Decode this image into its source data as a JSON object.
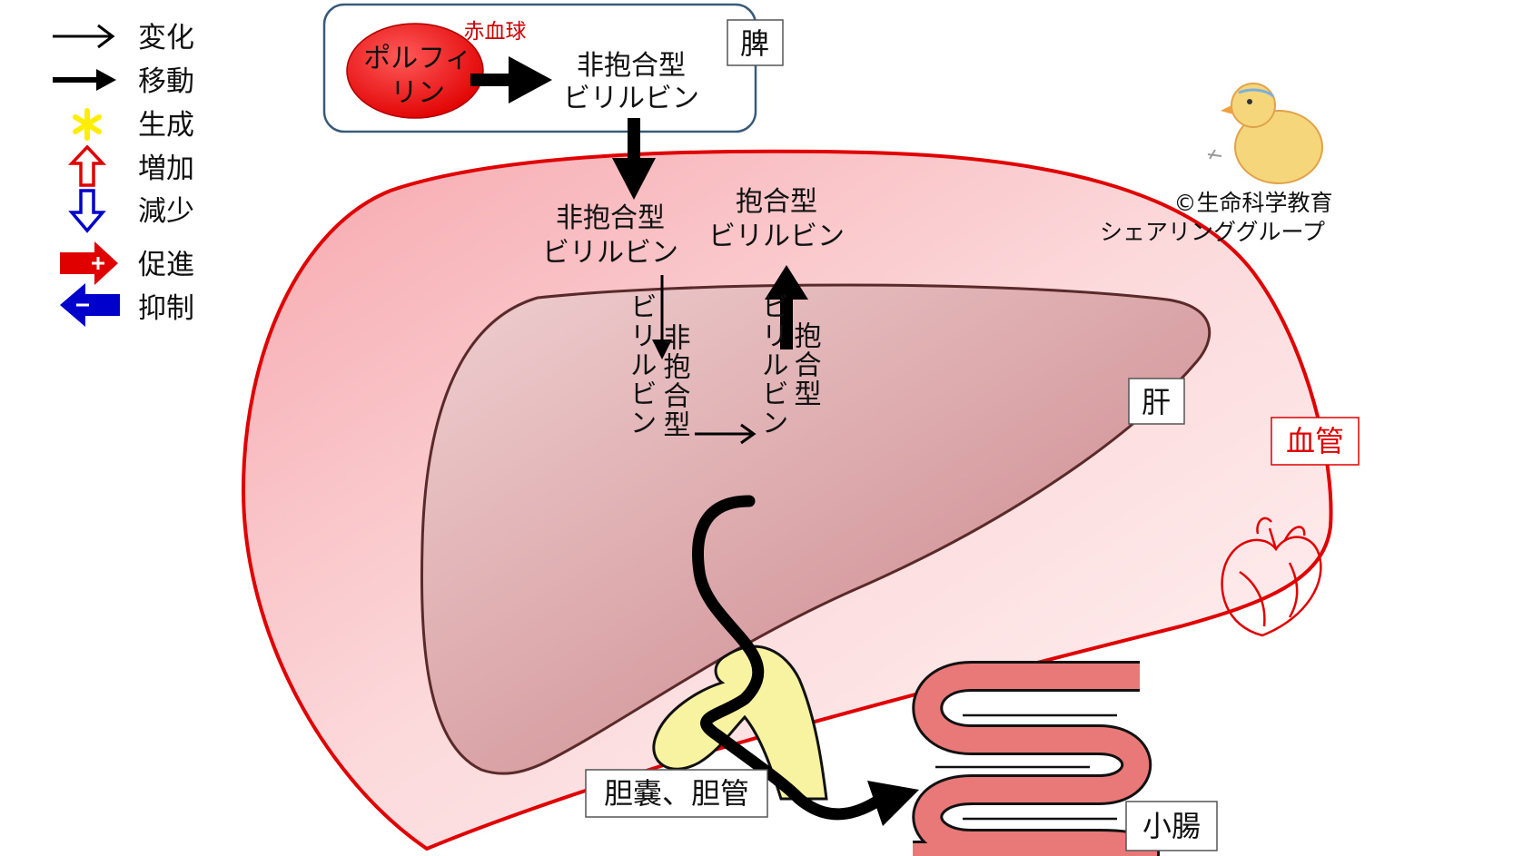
{
  "legend": {
    "change": "変化",
    "move": "移動",
    "generate": "生成",
    "increase": "増加",
    "decrease": "減少",
    "promote": "促進",
    "suppress": "抑制"
  },
  "spleen": {
    "label": "脾",
    "rbc_label": "赤血球",
    "porphyrin_line1": "ポルフィ",
    "porphyrin_line2": "リン",
    "unconj_line1": "非抱合型",
    "unconj_line2": "ビリルビン"
  },
  "blood": {
    "label": "血管",
    "unconj_line1": "非抱合型",
    "unconj_line2": "ビリルビン",
    "conj_line1": "抱合型",
    "conj_line2": "ビリルビン"
  },
  "liver": {
    "label": "肝",
    "unconj_col1": "非抱合型",
    "unconj_col2": "ビリルビン",
    "conj_col1": "抱合型",
    "conj_col2": "ビリルビン"
  },
  "gallbladder": {
    "label": "胆嚢、胆管"
  },
  "intestine": {
    "label": "小腸"
  },
  "credit": {
    "line1": "©生命科学教育",
    "line2": "シェアリンググループ"
  },
  "colors": {
    "red": "#e00000",
    "blue": "#0000cc",
    "yellow": "#ffee00",
    "liver": "#c98a8e",
    "bile": "#f8f3a0",
    "intestine": "#e97878"
  }
}
